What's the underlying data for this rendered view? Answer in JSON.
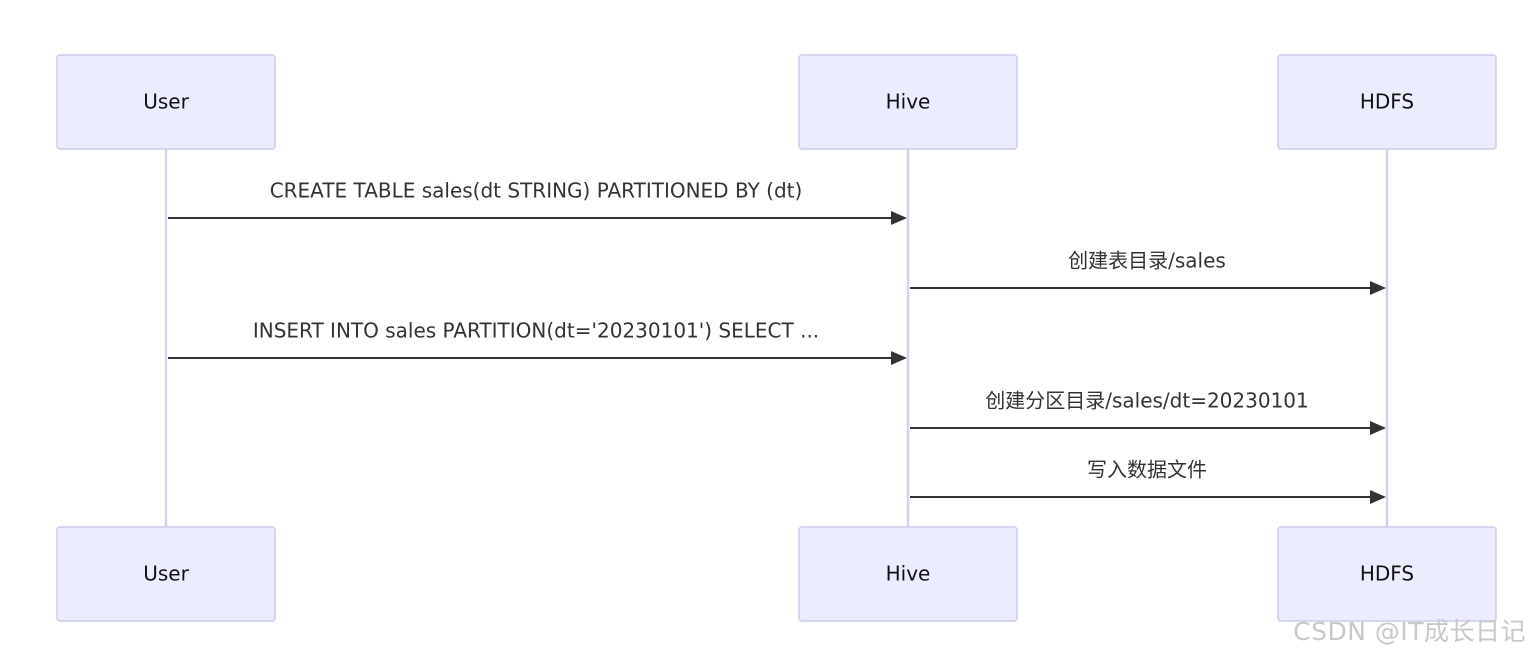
{
  "diagram": {
    "participants": [
      {
        "id": "user",
        "label": "User"
      },
      {
        "id": "hive",
        "label": "Hive"
      },
      {
        "id": "hdfs",
        "label": "HDFS"
      }
    ],
    "messages": [
      {
        "from": "user",
        "to": "hive",
        "text": "CREATE TABLE sales(dt STRING) PARTITIONED BY (dt)"
      },
      {
        "from": "hive",
        "to": "hdfs",
        "text": "创建表目录/sales"
      },
      {
        "from": "user",
        "to": "hive",
        "text": "INSERT INTO sales PARTITION(dt='20230101') SELECT ..."
      },
      {
        "from": "hive",
        "to": "hdfs",
        "text": "创建分区目录/sales/dt=20230101"
      },
      {
        "from": "hive",
        "to": "hdfs",
        "text": "写入数据文件"
      }
    ]
  },
  "watermark": "CSDN @IT成长日记",
  "colors": {
    "actor_fill": "#ececff",
    "actor_border": "#ccccee",
    "lifeline": "#d4d0f0",
    "arrow": "#333333",
    "watermark": "#c8c8c8"
  }
}
